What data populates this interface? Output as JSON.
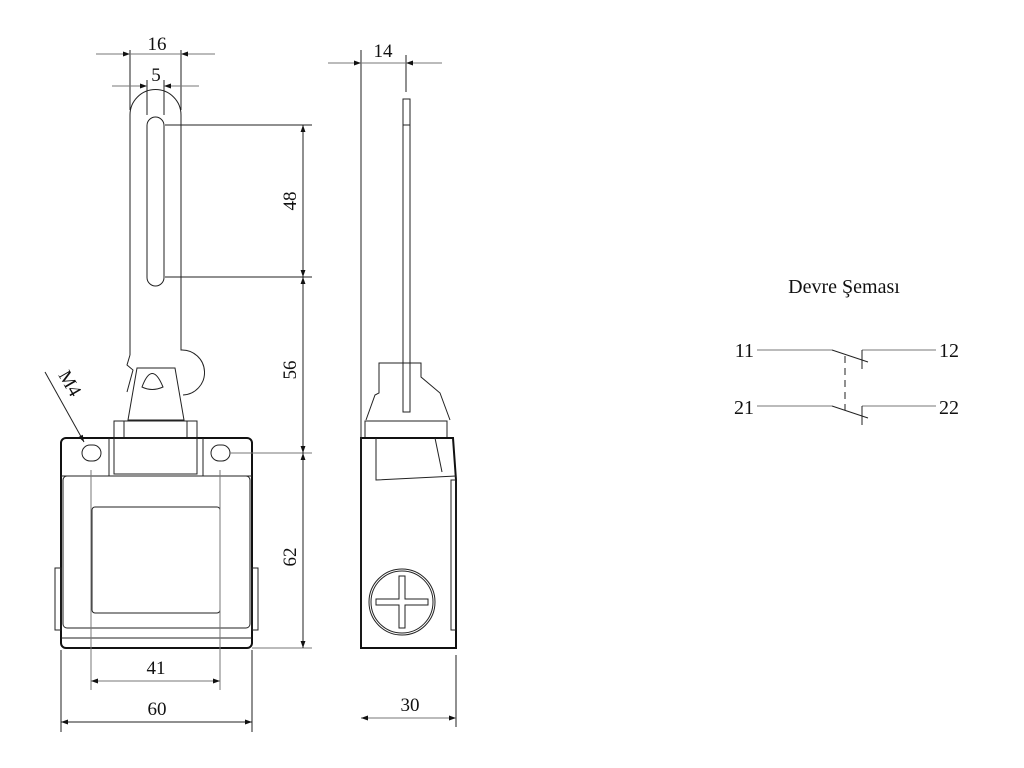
{
  "front_view": {
    "dimensions": {
      "lever_width": "16",
      "slot_width": "5",
      "slot_length": "48",
      "lever_to_body": "56",
      "body_height": "62",
      "hole_spacing": "41",
      "body_width": "60",
      "thread": "M4"
    }
  },
  "side_view": {
    "dimensions": {
      "lever_offset": "14",
      "body_depth": "30"
    }
  },
  "circuit": {
    "title": "Devre Şeması",
    "contacts": [
      {
        "left": "11",
        "right": "12"
      },
      {
        "left": "21",
        "right": "22"
      }
    ]
  },
  "colors": {
    "line": "#111111",
    "dim_line": "#777777"
  }
}
